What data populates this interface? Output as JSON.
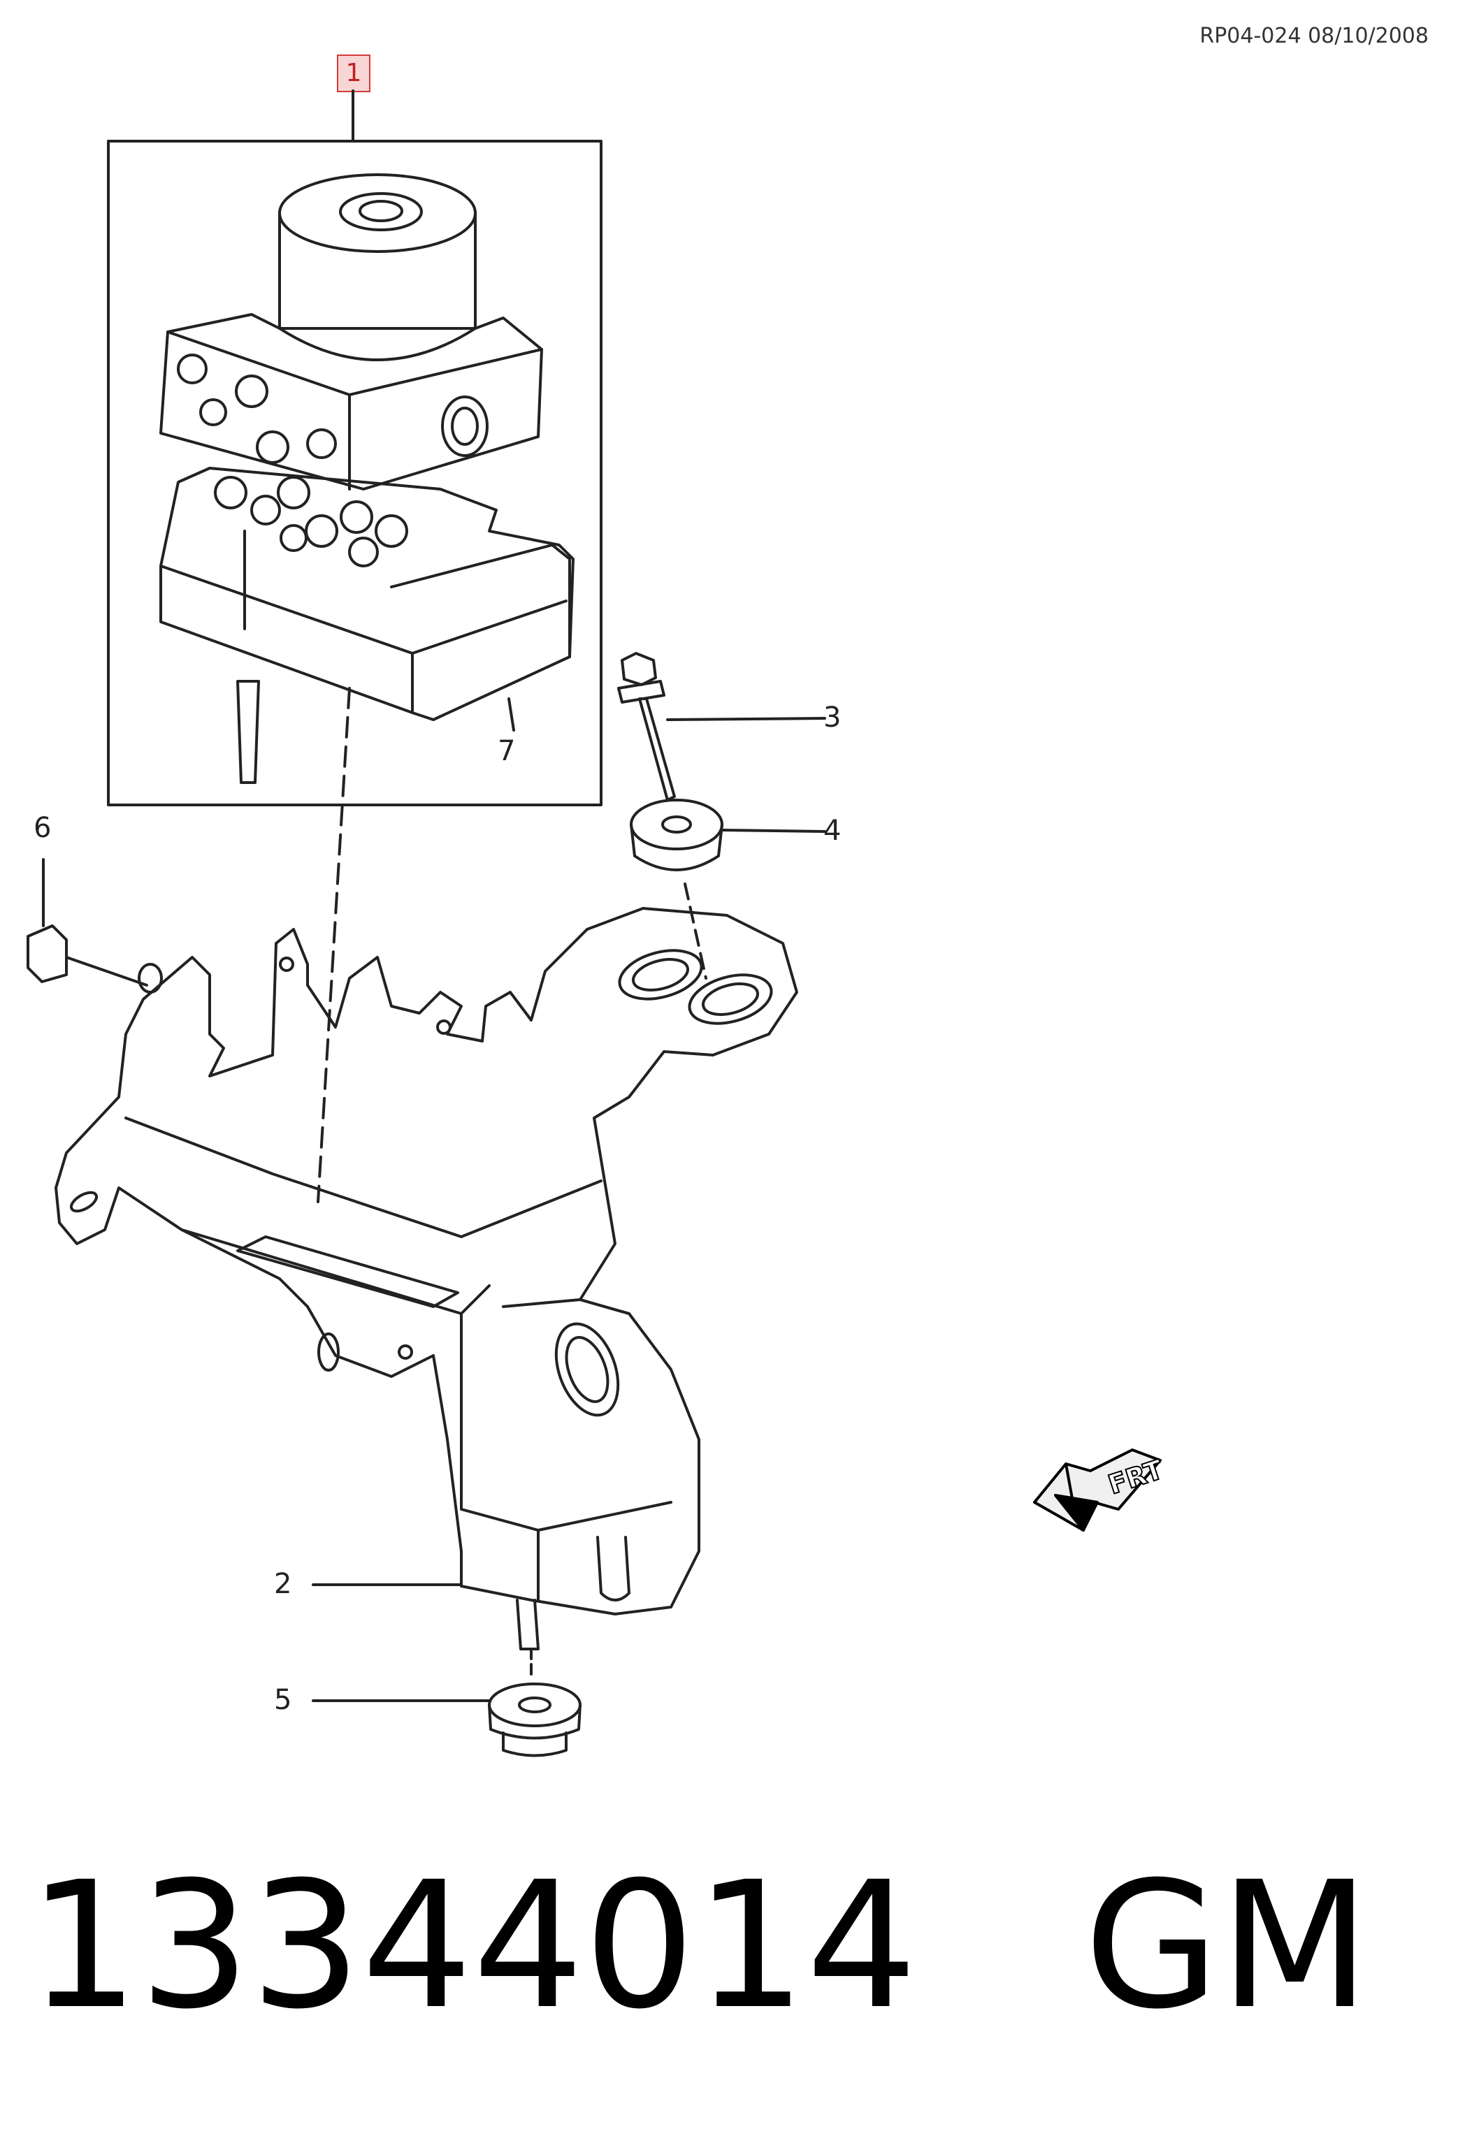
{
  "header": {
    "reference": "RP04-024 08/10/2008"
  },
  "callouts": {
    "c1": "1",
    "c2": "2",
    "c3": "3",
    "c4": "4",
    "c5": "5",
    "c6": "6",
    "c7": "7"
  },
  "direction": {
    "label": "FRT"
  },
  "footer": {
    "part_number": "13344014",
    "brand": "GM"
  },
  "colors": {
    "line": "#222222",
    "highlight_fill": "#f9d6d6",
    "highlight_border": "#d23a3a"
  },
  "icons": [
    "front-direction-arrow-icon"
  ]
}
